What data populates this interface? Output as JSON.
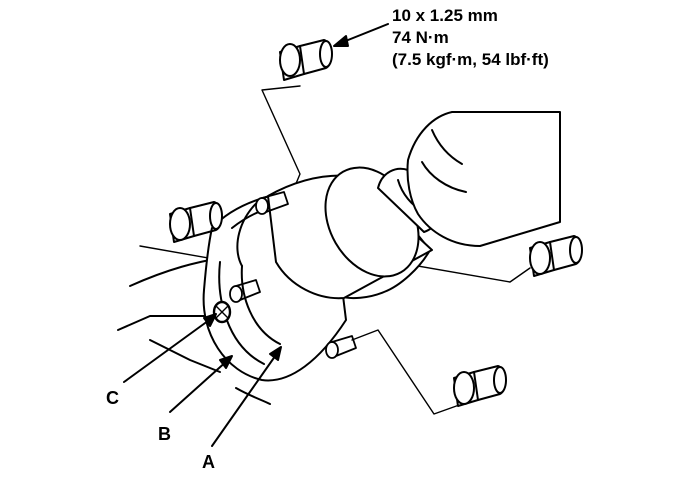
{
  "torque_spec": {
    "line1": "10 x 1.25 mm",
    "line2": "74 N·m",
    "line3": "(7.5 kgf·m, 54 lbf·ft)"
  },
  "callouts": {
    "a": "A",
    "b": "B",
    "c": "C"
  },
  "colors": {
    "ink": "#000000",
    "paper": "#ffffff"
  }
}
